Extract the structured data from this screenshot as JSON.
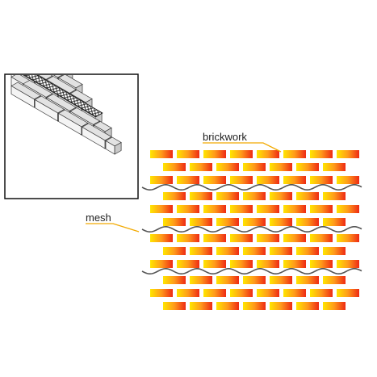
{
  "labels": {
    "brickwork": "brickwork",
    "mesh": "mesh"
  },
  "colors": {
    "brick_light": "#ffe600",
    "brick_mid": "#ff9a1a",
    "brick_dark": "#ee2a14",
    "mesh_line": "#555555",
    "leader_line": "#f2a900",
    "inset_border": "#111111",
    "inset_brick_face": "#f4f4f4",
    "inset_brick_side": "#c9c9c9",
    "inset_brick_top": "#e2e2e2"
  },
  "wall": {
    "courses": 12,
    "mesh_after_courses": [
      3,
      6,
      9
    ],
    "bricks_per_course": 8
  },
  "icons": {
    "inset": "isometric-stepped-brick-wall-with-mesh-icon"
  }
}
